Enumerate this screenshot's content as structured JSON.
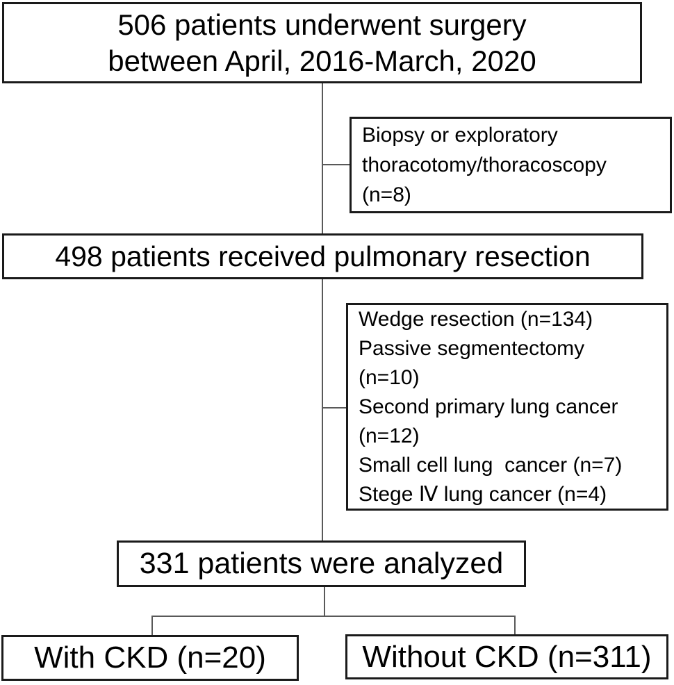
{
  "figure": {
    "type": "patient-flow-diagram",
    "colors": {
      "background": "#ffffff",
      "box_border": "#1a1a1a",
      "text": "#000000",
      "connector": "#595959"
    }
  },
  "boxes": {
    "surgery": {
      "lines": [
        "506 patients underwent surgery",
        "between April, 2016-March, 2020"
      ]
    },
    "biopsy_exclusion": {
      "lines": [
        "Biopsy or exploratory",
        "thoracotomy/thoracoscopy",
        "(n=8)"
      ]
    },
    "resection": {
      "text": "498 patients received pulmonary resection"
    },
    "resection_exclusion": {
      "lines": [
        "Wedge resection (n=134)",
        "Passive segmentectomy",
        "(n=10)",
        "Second primary lung cancer",
        "(n=12)",
        "Small cell lung  cancer (n=7)",
        "Stege Ⅳ lung cancer (n=4)"
      ]
    },
    "analyzed": {
      "text": "331 patients were analyzed"
    },
    "with_ckd": {
      "text": "With CKD (n=20)"
    },
    "without_ckd": {
      "text": "Without CKD (n=311)"
    }
  }
}
